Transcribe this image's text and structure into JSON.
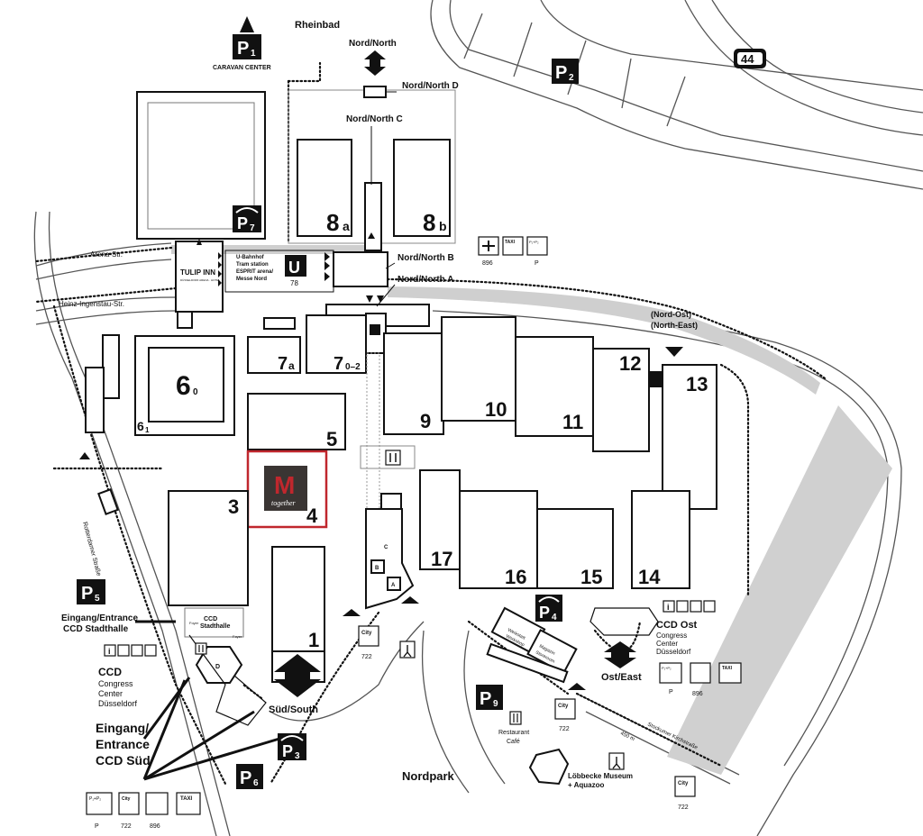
{
  "halls": {
    "h1": "1",
    "h3": "3",
    "h4": "4",
    "h5": "5",
    "h6": "6",
    "h6_sub0": "0",
    "h6_sub1": "1",
    "h7a": "7",
    "h7a_sub": "a",
    "h7": "7",
    "h7_sub": "0–2",
    "h8a": "8",
    "h8a_sub": "a",
    "h8b": "8",
    "h8b_sub": "b",
    "h9": "9",
    "h10": "10",
    "h11": "11",
    "h12": "12",
    "h13": "13",
    "h14": "14",
    "h15": "15",
    "h16": "16",
    "h17": "17"
  },
  "entrances": {
    "nord": "Nord/North",
    "nord_b": "Nord/North B",
    "nord_a": "Nord/North A",
    "nord_c": "Nord/North C",
    "nord_d": "Nord/North D",
    "north_east_1": "(Nord-Ost)",
    "north_east_2": "(North-East)",
    "east": "Ost/East",
    "south": "Süd/South",
    "ccd_stadthalle_1": "Eingang/Entrance",
    "ccd_stadthalle_2": "CCD Stadthalle",
    "ccd_sued_1": "Eingang/",
    "ccd_sued_2": "Entrance",
    "ccd_sued_3": "CCD Süd"
  },
  "parking": {
    "p1": "P",
    "p1_sub": "1",
    "p2": "P",
    "p2_sub": "2",
    "p3": "P",
    "p3_sub": "3",
    "p4": "P",
    "p4_sub": "4",
    "p5": "P",
    "p5_sub": "5",
    "p6": "P",
    "p6_sub": "6",
    "p7": "P",
    "p7_sub": "7",
    "p9": "P",
    "p9_sub": "9"
  },
  "labels": {
    "caravan": "CARAVAN CENTER",
    "rheinbad": "Rheinbad",
    "highway": "44",
    "arena_str": "Arena-Str.",
    "heinz": "Heinz-Ingenstau-Str.",
    "rotterdamer": "Rotterdamer Straße",
    "tulip": "TULIP INN",
    "tulip_sub": "DÜSSELDORF ARENA · HOTEL",
    "ubahn_1": "U-Bahnhof",
    "ubahn_2": "Tram station",
    "ubahn_3": "ESPRIT arena/",
    "ubahn_4": "Messe Nord",
    "line_78": "78",
    "line_896_n": "896",
    "p_n": "P",
    "ccd_stadthalle_a": "CCD",
    "ccd_stadthalle_b": "Stadthalle",
    "foyer1": "Foyer",
    "foyer2": "Foyer",
    "hall_d": "D",
    "ccd_1": "CCD",
    "ccd_2": "Congress",
    "ccd_3": "Center",
    "ccd_4": "Düsseldorf",
    "ccd_ost_1": "CCD Ost",
    "ccd_ost_2": "Congress",
    "ccd_ost_3": "Center",
    "ccd_ost_4": "Düsseldorf",
    "werkstatt_1": "Werkstatt",
    "werkstatt_2": "Workshop",
    "magazin_1": "Magazin",
    "magazin_2": "Storeroom",
    "restaurant_1": "Restaurant",
    "restaurant_2": "Café",
    "nordpark": "Nordpark",
    "loebbecke_1": "Löbbecke Museum",
    "loebbecke_2": "+ Aquazoo",
    "stockumer": "Stockumer Kirchstraße",
    "dist": "450 m",
    "bus_722_a": "722",
    "bus_722_b": "722",
    "bus_722_c": "722",
    "bus_722_d": "722",
    "line_896_e": "896",
    "p_e": "P",
    "line_896_s": "896",
    "p_s": "P",
    "city": "City",
    "taxi": "TAXI",
    "pp": "P₁+P₂",
    "sub_c": "C",
    "sub_b": "B",
    "sub_a": "A"
  },
  "logo": {
    "text": "together",
    "mark": "M"
  },
  "colors": {
    "highlight": "#c0272d",
    "road_grey": "#cfcfcf",
    "parking_grey": "#d0d0d0",
    "logo_bg": "#3a3533"
  }
}
